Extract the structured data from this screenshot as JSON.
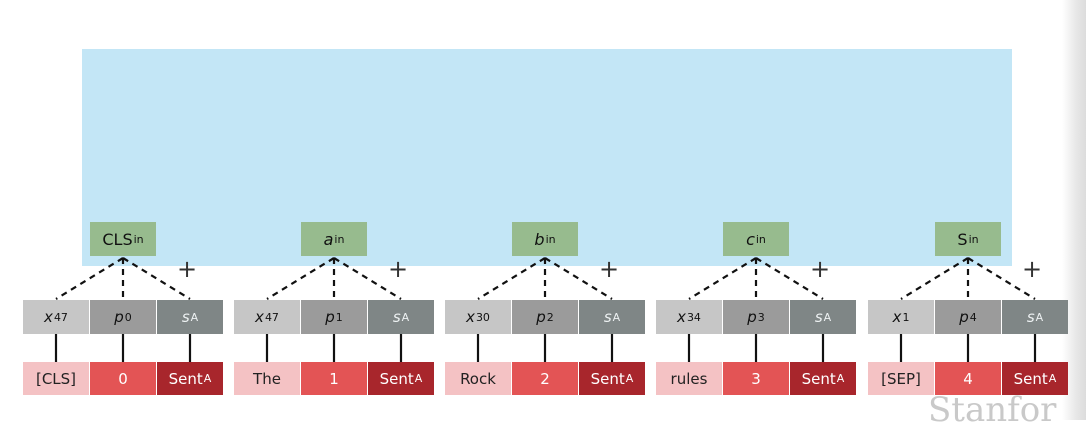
{
  "positions": [
    {
      "input_label": {
        "base": "CLS",
        "sub": "in",
        "italic": false
      },
      "token": {
        "base": "x",
        "sub": "47"
      },
      "position": {
        "base": "p",
        "sub": "0"
      },
      "segment": {
        "base": "s",
        "sub": "A"
      },
      "word": "[CLS]",
      "index": "0",
      "sent": {
        "base": "Sent",
        "sub": "A"
      },
      "plus": "+"
    },
    {
      "input_label": {
        "base": "a",
        "sub": "in",
        "italic": true
      },
      "token": {
        "base": "x",
        "sub": "47"
      },
      "position": {
        "base": "p",
        "sub": "1"
      },
      "segment": {
        "base": "s",
        "sub": "A"
      },
      "word": "The",
      "index": "1",
      "sent": {
        "base": "Sent",
        "sub": "A"
      },
      "plus": "+"
    },
    {
      "input_label": {
        "base": "b",
        "sub": "in",
        "italic": true
      },
      "token": {
        "base": "x",
        "sub": "30"
      },
      "position": {
        "base": "p",
        "sub": "2"
      },
      "segment": {
        "base": "s",
        "sub": "A"
      },
      "word": "Rock",
      "index": "2",
      "sent": {
        "base": "Sent",
        "sub": "A"
      },
      "plus": "+"
    },
    {
      "input_label": {
        "base": "c",
        "sub": "in",
        "italic": true
      },
      "token": {
        "base": "x",
        "sub": "34"
      },
      "position": {
        "base": "p",
        "sub": "3"
      },
      "segment": {
        "base": "s",
        "sub": "A"
      },
      "word": "rules",
      "index": "3",
      "sent": {
        "base": "Sent",
        "sub": "A"
      },
      "plus": "+"
    },
    {
      "input_label": {
        "base": "S",
        "sub": "in",
        "italic": false
      },
      "token": {
        "base": "x",
        "sub": "1"
      },
      "position": {
        "base": "p",
        "sub": "4"
      },
      "segment": {
        "base": "s",
        "sub": "A"
      },
      "word": "[SEP]",
      "index": "4",
      "sent": {
        "base": "Sent",
        "sub": "A"
      },
      "plus": "+"
    }
  ],
  "logo_text": "Stanfor",
  "colors": {
    "panel": "#c3e6f6",
    "input_box": "#97bb8e",
    "token_emb": "#c6c6c6",
    "position_emb": "#9b9b9b",
    "segment_emb": "#7f8686",
    "word": "#f4c2c4",
    "index": "#e35455",
    "sent": "#a8262c"
  }
}
